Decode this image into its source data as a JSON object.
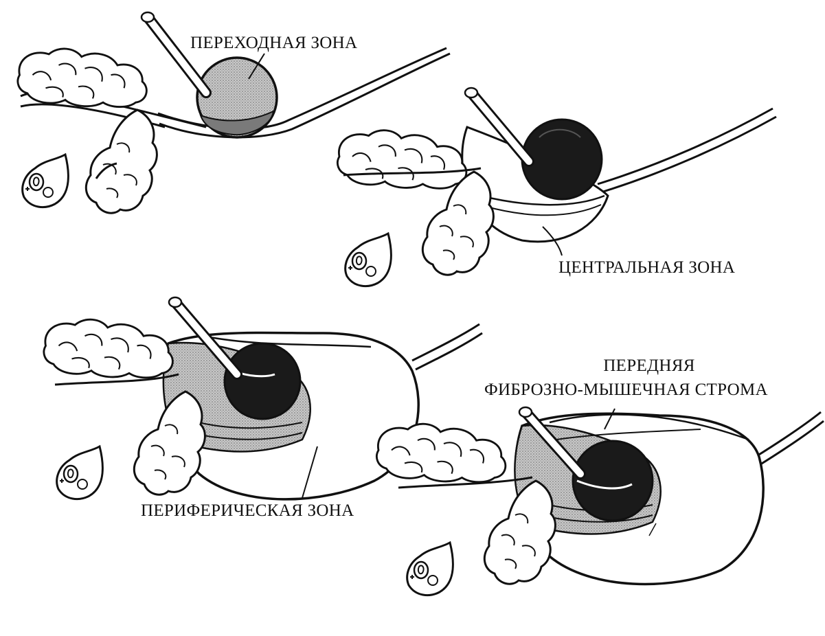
{
  "labels": {
    "transition_zone": "ПЕРЕХОДНАЯ ЗОНА",
    "central_zone": "ЦЕНТРАЛЬНАЯ ЗОНА",
    "peripheral_zone": "ПЕРИФЕРИЧЕСКАЯ ЗОНА",
    "anterior_stroma_line1": "ПЕРЕДНЯЯ",
    "anterior_stroma_line2": "ФИБРОЗНО-МЫШЕЧНАЯ СТРОМА"
  },
  "colors": {
    "ink": "#111111",
    "shade_light": "#b9b9b9",
    "shade_mid": "#8a8a8a",
    "shade_dark": "#1a1a1a",
    "paper": "#ffffff"
  }
}
